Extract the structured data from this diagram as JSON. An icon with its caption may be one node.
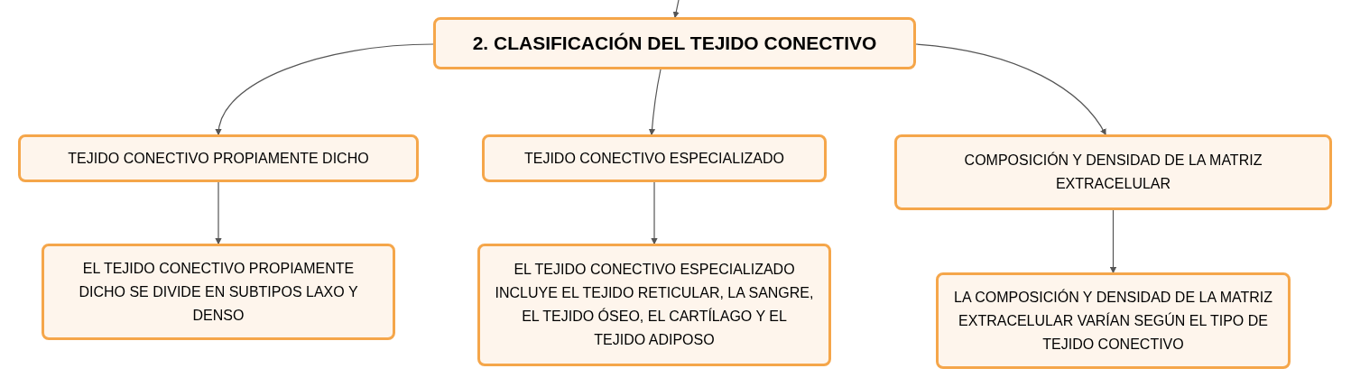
{
  "diagram": {
    "nodes": [
      {
        "text": [
          "2. CLASIFICACIÓN DEL TEJIDO CONECTIVO"
        ]
      },
      {
        "text": [
          "TEJIDO CONECTIVO PROPIAMENTE DICHO"
        ]
      },
      {
        "text": [
          "TEJIDO CONECTIVO ESPECIALIZADO"
        ]
      },
      {
        "text": [
          "COMPOSICIÓN Y DENSIDAD DE LA MATRIZ EXTRACELULAR"
        ]
      },
      {
        "text": [
          "EL TEJIDO CONECTIVO PROPIAMENTE DICHO SE DIVIDE EN SUBTIPOS LAXO Y DENSO"
        ]
      },
      {
        "text": [
          "EL TEJIDO CONECTIVO ESPECIALIZADO INCLUYE EL TEJIDO RETICULAR, LA SANGRE, EL TEJIDO ÓSEO, EL CARTÍLAGO Y EL TEJIDO ADIPOSO"
        ]
      },
      {
        "text": [
          "LA COMPOSICIÓN Y DENSIDAD DE LA MATRIZ EXTRACELULAR VARÍAN SEGÚN EL TIPO DE TEJIDO CONECTIVO"
        ]
      }
    ],
    "edges": [
      {
        "from": null,
        "to": 0,
        "arrow": "to"
      },
      {
        "from": 0,
        "to": 1,
        "arrow": "to"
      },
      {
        "from": 0,
        "to": 2,
        "arrow": "to"
      },
      {
        "from": 0,
        "to": 3,
        "arrow": "to"
      },
      {
        "from": 1,
        "to": 4,
        "arrow": "to"
      },
      {
        "from": 2,
        "to": 5,
        "arrow": "to"
      },
      {
        "from": 3,
        "to": 6,
        "arrow": "to"
      }
    ]
  }
}
